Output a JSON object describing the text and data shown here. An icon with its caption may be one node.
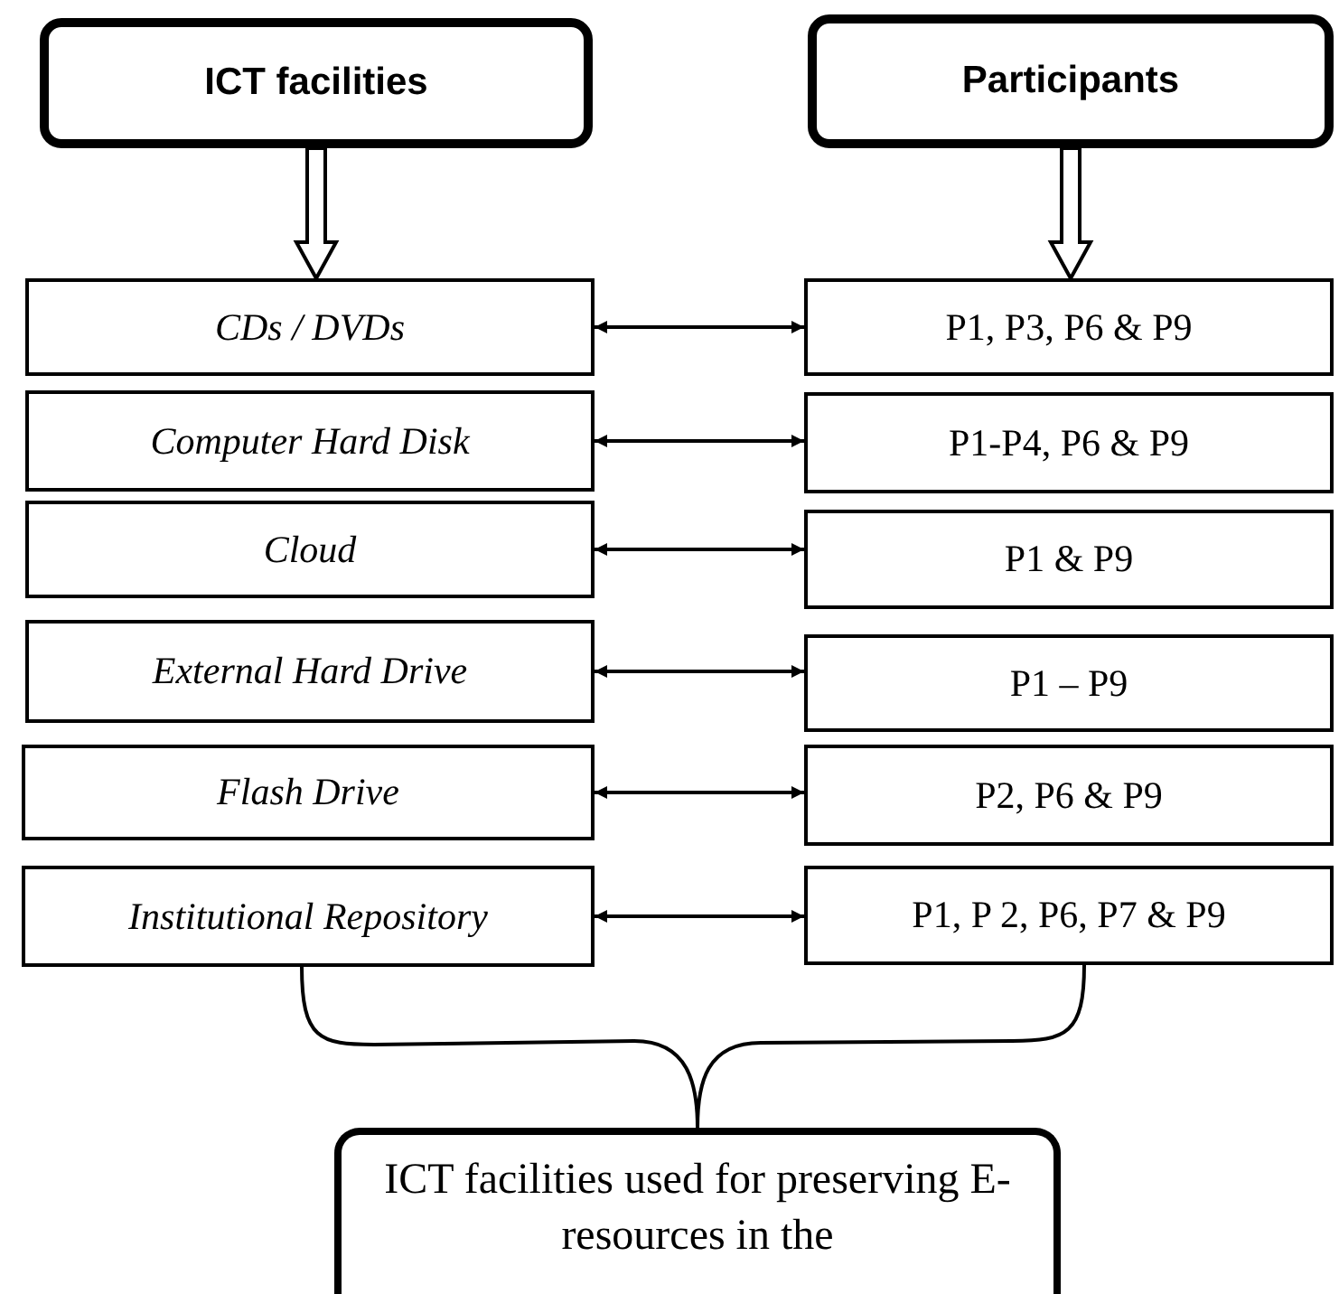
{
  "diagram": {
    "nodes": [
      {
        "text": [
          "ICT facilities"
        ]
      },
      {
        "text": [
          "Participants"
        ]
      },
      {
        "text": [
          "CDs / DVDs"
        ]
      },
      {
        "text": [
          "P1, P3, P6 & P9"
        ]
      },
      {
        "text": [
          "Computer Hard Disk"
        ]
      },
      {
        "text": [
          "P1-P4, P6 & P9"
        ]
      },
      {
        "text": [
          "Cloud"
        ]
      },
      {
        "text": [
          "P1 & P9"
        ]
      },
      {
        "text": [
          "External Hard Drive"
        ]
      },
      {
        "text": [
          "P1 – P9"
        ]
      },
      {
        "text": [
          "Flash Drive"
        ]
      },
      {
        "text": [
          "P2, P6 & P9"
        ]
      },
      {
        "text": [
          "Institutional Repository"
        ]
      },
      {
        "text": [
          "P1, P 2, P6, P7 & P9"
        ]
      },
      {
        "text": [
          "ICT facilities used for preserving E-resources in the"
        ]
      }
    ],
    "edges": [
      {
        "from": 0,
        "to": 2,
        "arrow": "to",
        "style": "thick"
      },
      {
        "from": 1,
        "to": 3,
        "arrow": "to",
        "style": "thick"
      },
      {
        "from": 2,
        "to": 3,
        "arrow": "both"
      },
      {
        "from": 4,
        "to": 5,
        "arrow": "both"
      },
      {
        "from": 6,
        "to": 7,
        "arrow": "both"
      },
      {
        "from": 8,
        "to": 9,
        "arrow": "both"
      },
      {
        "from": 10,
        "to": 11,
        "arrow": "both"
      },
      {
        "from": 12,
        "to": 13,
        "arrow": "both"
      },
      {
        "from": 12,
        "to": 14,
        "arrow": "none"
      },
      {
        "from": 13,
        "to": 14,
        "arrow": "none"
      }
    ]
  }
}
